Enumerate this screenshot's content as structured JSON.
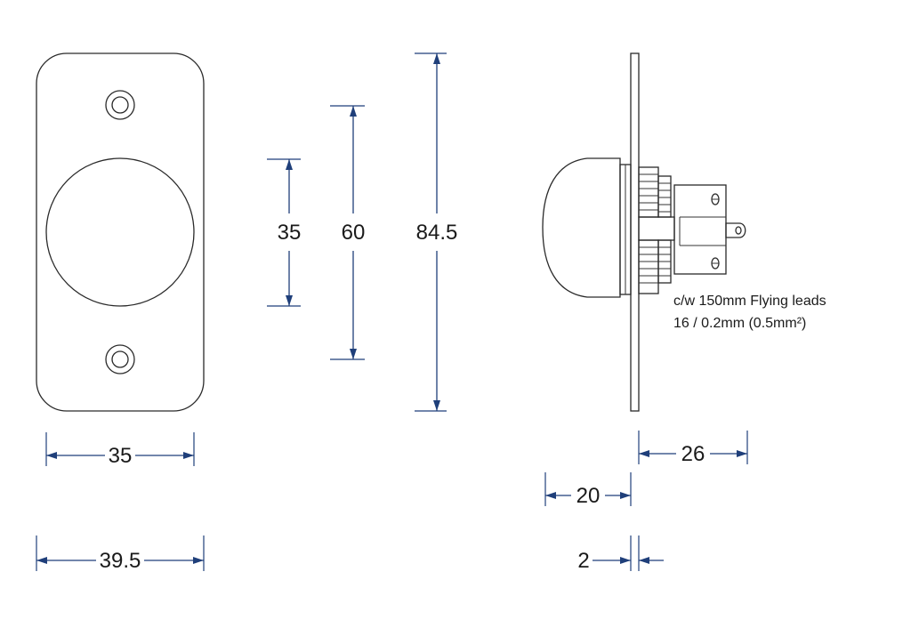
{
  "front_view": {
    "dims": {
      "width_inner": "35",
      "width_outer": "39.5",
      "height_button": "35",
      "height_holes": "60",
      "height_total": "84.5"
    }
  },
  "side_view": {
    "dims": {
      "depth_rear": "26",
      "depth_front": "20",
      "plate_thickness": "2"
    },
    "notes": {
      "line1": "c/w 150mm Flying leads",
      "line2": "16 / 0.2mm (0.5mm²)"
    }
  },
  "colors": {
    "dimension": "#1f3f7a",
    "outline": "#2a2a2a"
  }
}
